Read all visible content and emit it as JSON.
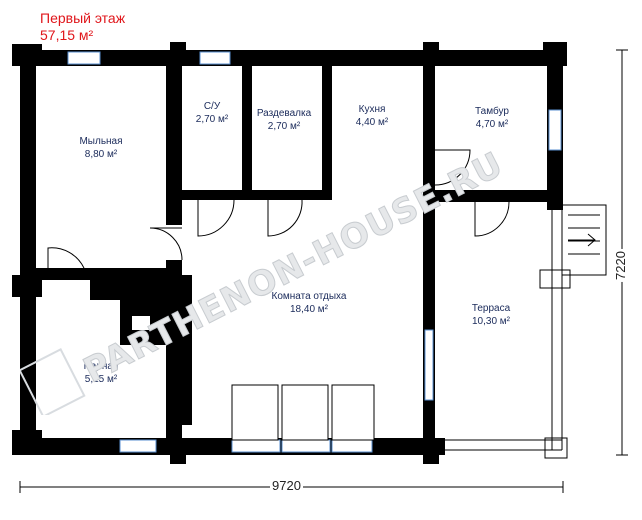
{
  "header": {
    "floor_title": "Первый этаж",
    "floor_area": "57,15 м²"
  },
  "rooms": [
    {
      "name": "Мыльная",
      "area": "8,80 м²"
    },
    {
      "name": "С/У",
      "area": "2,70 м²"
    },
    {
      "name": "Раздевалка",
      "area": "2,70 м²"
    },
    {
      "name": "Кухня",
      "area": "4,40 м²"
    },
    {
      "name": "Тамбур",
      "area": "4,70 м²"
    },
    {
      "name": "Комната отдыха",
      "area": "18,40 м²"
    },
    {
      "name": "Терраса",
      "area": "10,30 м²"
    },
    {
      "name": "Парная",
      "area": "5,15 м²"
    }
  ],
  "dimensions": {
    "width": "9720",
    "depth": "7220"
  },
  "watermark": "PARTHENON-HOUSE.RU",
  "colors": {
    "wall": "#000000",
    "title": "#e0161b",
    "room_text": "#1a2a5a",
    "window": "#5a8fd0"
  }
}
